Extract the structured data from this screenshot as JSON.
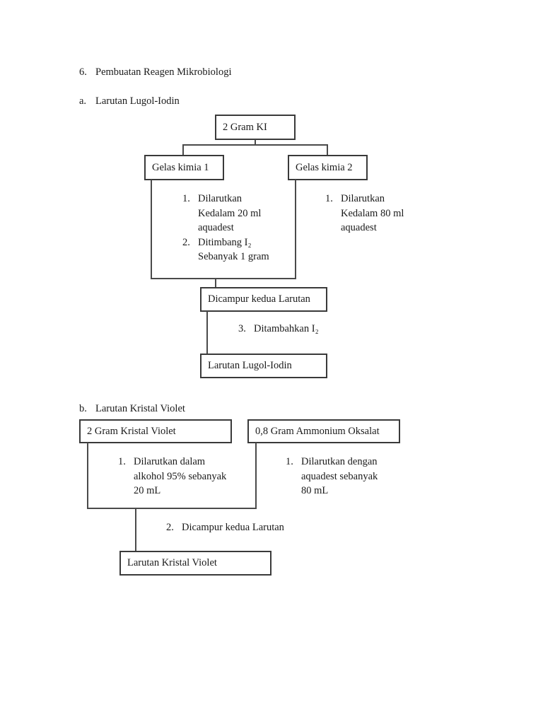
{
  "page": {
    "colors": {
      "background": "#ffffff",
      "line": "#4a4a4a",
      "box_border": "#3a3a3a",
      "text": "#1a1a1a"
    },
    "heading": {
      "number": "6.",
      "text": "Pembuatan Reagen Mikrobiologi"
    },
    "section_a": {
      "label": {
        "number": "a.",
        "text": "Larutan Lugol-Iodin"
      },
      "boxes": {
        "source": "2 Gram KI",
        "left_branch": "Gelas kimia 1",
        "right_branch": "Gelas kimia 2",
        "merge": "Dicampur kedua Larutan",
        "result": "Larutan Lugol-Iodin"
      },
      "left_steps": [
        {
          "number": "1.",
          "lines": [
            "Dilarutkan",
            "Kedalam 20 ml",
            "aquadest"
          ]
        },
        {
          "number": "2.",
          "lines": [
            "Ditimbang I₂",
            "Sebanyak 1 gram"
          ]
        }
      ],
      "right_steps": [
        {
          "number": "1.",
          "lines": [
            "Dilarutkan",
            "Kedalam 80 ml",
            "aquadest"
          ]
        }
      ],
      "merge_step": {
        "number": "3.",
        "text": "Ditambahkan I₂"
      }
    },
    "section_b": {
      "label": {
        "number": "b.",
        "text": "Larutan Kristal Violet"
      },
      "boxes": {
        "left_source": "2 Gram Kristal Violet",
        "right_source": "0,8 Gram Ammonium Oksalat",
        "result": "Larutan Kristal Violet"
      },
      "left_steps": [
        {
          "number": "1.",
          "lines": [
            "Dilarutkan dalam",
            "alkohol 95% sebanyak",
            "20 mL"
          ]
        }
      ],
      "right_steps": [
        {
          "number": "1.",
          "lines": [
            "Dilarutkan dengan",
            "aquadest sebanyak",
            "80 mL"
          ]
        }
      ],
      "merge_step": {
        "number": "2.",
        "text": "Dicampur kedua Larutan"
      }
    }
  }
}
